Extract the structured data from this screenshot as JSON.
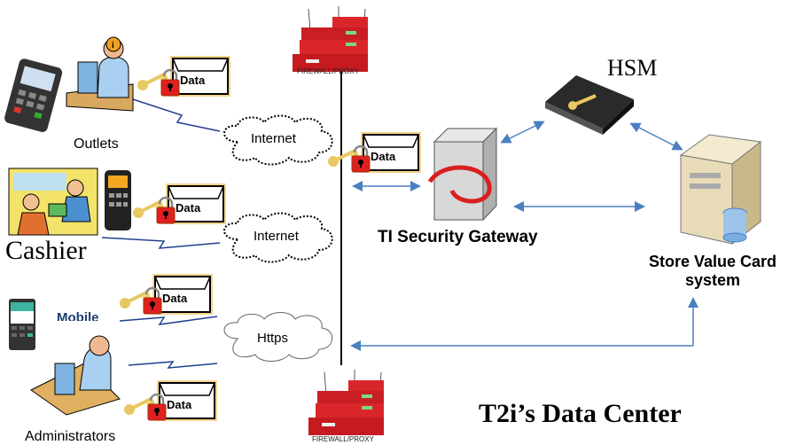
{
  "diagram": {
    "title": "T2i’s Data Center",
    "clients": {
      "outlets": "Outlets",
      "cashier": "Cashier",
      "mobile": "Mobile",
      "administrators": "Administrators"
    },
    "networks": [
      "Internet",
      "Internet",
      "Https"
    ],
    "data_label": "Data",
    "firewall_label": "FIREWALL/PROXY",
    "hsm": "HSM",
    "gateway": "TI Security Gateway",
    "svc_line1": "Store Value Card",
    "svc_line2": "system"
  },
  "colors": {
    "arrow": "#4a7fc1",
    "lightning": "#1f3f8f",
    "firewall": "#d9262b",
    "key": "#e8c860",
    "lock": "#e02020"
  }
}
